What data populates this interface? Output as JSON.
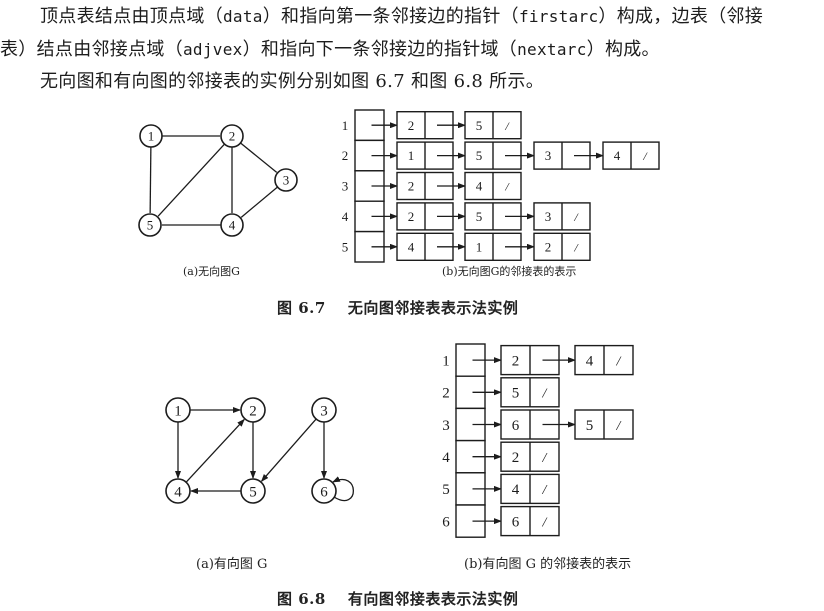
{
  "paragraph": {
    "line1": {
      "p1": "顶点表结点由顶点域（",
      "code1": "data",
      "p2": "）和指向第一条邻接边的指针（",
      "code2": "firstarc",
      "p3": "）构成，边表（邻接"
    },
    "line2": {
      "p1": "表）结点由邻接点域（",
      "code1": "adjvex",
      "p2": "）和指向下一条邻接边的指针域（",
      "code2": "nextarc",
      "p3": "）构成。"
    },
    "line3": "无向图和有向图的邻接表的实例分别如图 6.7 和图 6.8 所示。"
  },
  "figure_6_7": {
    "title_num": "图 6.7",
    "title_text": "无向图邻接表表示法实例",
    "caption_a": "(a)无向图G",
    "caption_b": "(b)无向图G的邻接表的表示",
    "graph": {
      "type": "undirected",
      "nodes": [
        "1",
        "2",
        "3",
        "4",
        "5"
      ],
      "edges": [
        [
          "1",
          "2"
        ],
        [
          "1",
          "5"
        ],
        [
          "2",
          "5"
        ],
        [
          "2",
          "4"
        ],
        [
          "2",
          "3"
        ],
        [
          "3",
          "4"
        ],
        [
          "4",
          "5"
        ]
      ]
    },
    "adjacency_list": [
      {
        "vertex": "1",
        "nodes": [
          {
            "adjvex": "2",
            "next": ""
          },
          {
            "adjvex": "5",
            "next": "/"
          }
        ]
      },
      {
        "vertex": "2",
        "nodes": [
          {
            "adjvex": "1",
            "next": ""
          },
          {
            "adjvex": "5",
            "next": ""
          },
          {
            "adjvex": "3",
            "next": ""
          },
          {
            "adjvex": "4",
            "next": "/"
          }
        ]
      },
      {
        "vertex": "3",
        "nodes": [
          {
            "adjvex": "2",
            "next": ""
          },
          {
            "adjvex": "4",
            "next": "/"
          }
        ]
      },
      {
        "vertex": "4",
        "nodes": [
          {
            "adjvex": "2",
            "next": ""
          },
          {
            "adjvex": "5",
            "next": ""
          },
          {
            "adjvex": "3",
            "next": "/"
          }
        ]
      },
      {
        "vertex": "5",
        "nodes": [
          {
            "adjvex": "4",
            "next": ""
          },
          {
            "adjvex": "1",
            "next": ""
          },
          {
            "adjvex": "2",
            "next": "/"
          }
        ]
      }
    ]
  },
  "figure_6_8": {
    "title_num": "图 6.8",
    "title_text": "有向图邻接表表示法实例",
    "caption_a": "(a)有向图 G",
    "caption_b": "(b)有向图 G 的邻接表的表示",
    "graph": {
      "type": "directed",
      "nodes": [
        "1",
        "2",
        "3",
        "4",
        "5",
        "6"
      ],
      "edges": [
        [
          "1",
          "2"
        ],
        [
          "1",
          "4"
        ],
        [
          "2",
          "5"
        ],
        [
          "4",
          "2"
        ],
        [
          "5",
          "4"
        ],
        [
          "3",
          "5"
        ],
        [
          "3",
          "6"
        ],
        [
          "6",
          "6"
        ]
      ]
    },
    "adjacency_list": [
      {
        "vertex": "1",
        "nodes": [
          {
            "adjvex": "2",
            "next": ""
          },
          {
            "adjvex": "4",
            "next": "/"
          }
        ]
      },
      {
        "vertex": "2",
        "nodes": [
          {
            "adjvex": "5",
            "next": "/"
          }
        ]
      },
      {
        "vertex": "3",
        "nodes": [
          {
            "adjvex": "6",
            "next": ""
          },
          {
            "adjvex": "5",
            "next": "/"
          }
        ]
      },
      {
        "vertex": "4",
        "nodes": [
          {
            "adjvex": "2",
            "next": "/"
          }
        ]
      },
      {
        "vertex": "5",
        "nodes": [
          {
            "adjvex": "4",
            "next": "/"
          }
        ]
      },
      {
        "vertex": "6",
        "nodes": [
          {
            "adjvex": "6",
            "next": "/"
          }
        ]
      }
    ]
  }
}
